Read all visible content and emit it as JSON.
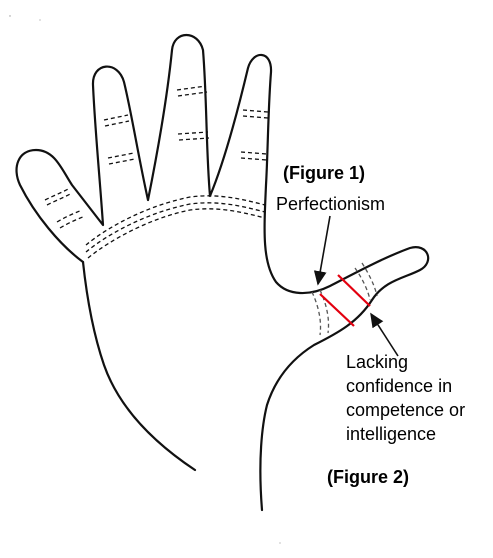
{
  "figure1_label": "(Figure 1)",
  "perfectionism_label": "Perfectionism",
  "lacking_lines": [
    "Lacking",
    "confidence in",
    "competence or",
    "intelligence"
  ],
  "figure2_label": "(Figure 2)",
  "colors": {
    "outline": "#111111",
    "highlight": "#e3000f",
    "text": "#000000"
  },
  "icons": [
    "hand-outline-drawing",
    "arrow-icon"
  ]
}
